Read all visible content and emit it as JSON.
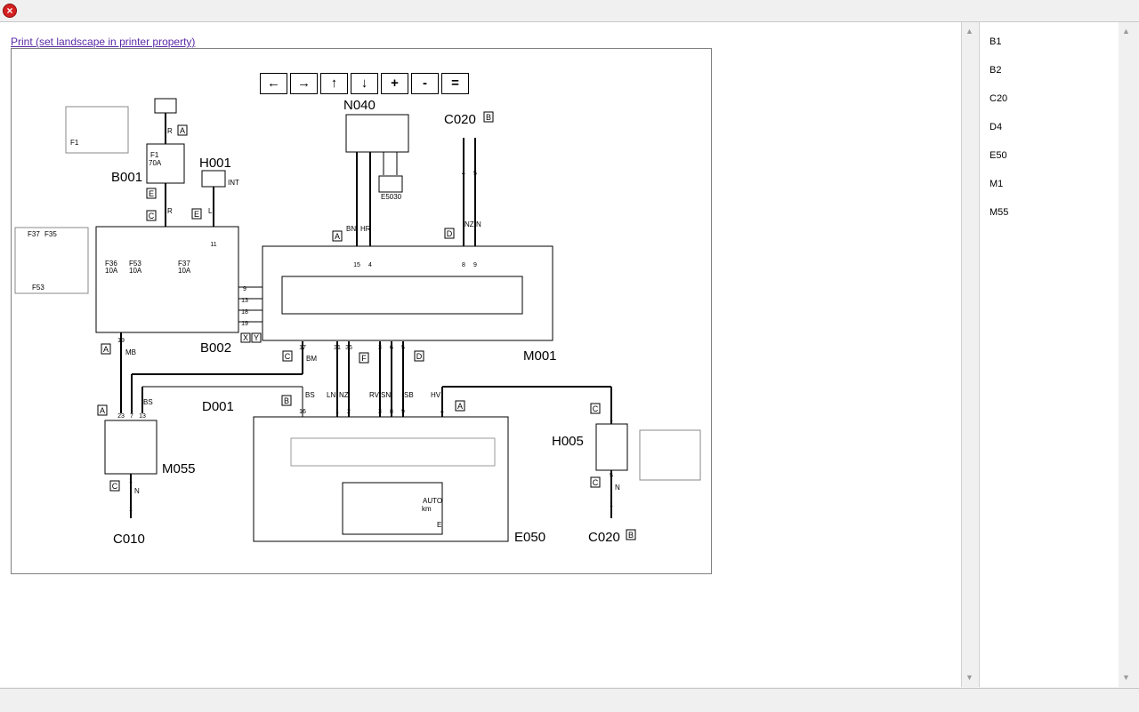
{
  "window": {
    "close_glyph": "×"
  },
  "print_link": "Print (set landscape in printer property)",
  "nav_buttons": {
    "left": "←",
    "right": "→",
    "up": "↑",
    "down": "↓",
    "zoom_in": "+",
    "zoom_out": "-",
    "reset": "="
  },
  "sidebar": {
    "items": [
      "B1",
      "B2",
      "C20",
      "D4",
      "E50",
      "M1",
      "M55"
    ]
  },
  "diagram": {
    "components": {
      "n040": "N040",
      "c020_top": "C020",
      "b001": "B001",
      "h001": "H001",
      "b002": "B002",
      "m001": "M001",
      "d001": "D001",
      "m055": "M055",
      "e050": "E050",
      "h005": "H005",
      "c010": "C010",
      "c020_bottom": "C020",
      "e5030": "E5030"
    },
    "fuses": {
      "f1": "F1",
      "f1_rating": "70A",
      "f36": "F36",
      "f36_rating": "10A",
      "f53": "F53",
      "f53_rating": "10A",
      "f37": "F37",
      "f37_rating": "10A",
      "f35": "F35"
    },
    "connector_tags": {
      "a": "A",
      "b": "B",
      "c": "C",
      "d": "D",
      "e": "E",
      "f": "F",
      "int": "INT",
      "x": "X",
      "y": "Y"
    },
    "wire_colors": {
      "r": "R",
      "l": "L",
      "bn": "BN",
      "hr": "HR",
      "nz": "NZ",
      "n": "N",
      "mb": "MB",
      "bm": "BM",
      "bs": "BS",
      "ln": "LN",
      "rv": "RV",
      "sn": "SN",
      "sb": "SB",
      "hv": "HV"
    },
    "pins": {
      "p1": "1",
      "p2": "2",
      "p3": "3",
      "p4": "4",
      "p5": "5",
      "p6": "6",
      "p7": "7",
      "p8": "8",
      "p9": "9",
      "p11": "11",
      "p13": "13",
      "p15": "15",
      "p16": "16",
      "p17": "17",
      "p18": "18",
      "p19": "19",
      "p23": "23",
      "p31": "31",
      "p36": "36"
    },
    "display": {
      "auto": "AUTO",
      "km": "km",
      "e": "E"
    }
  }
}
